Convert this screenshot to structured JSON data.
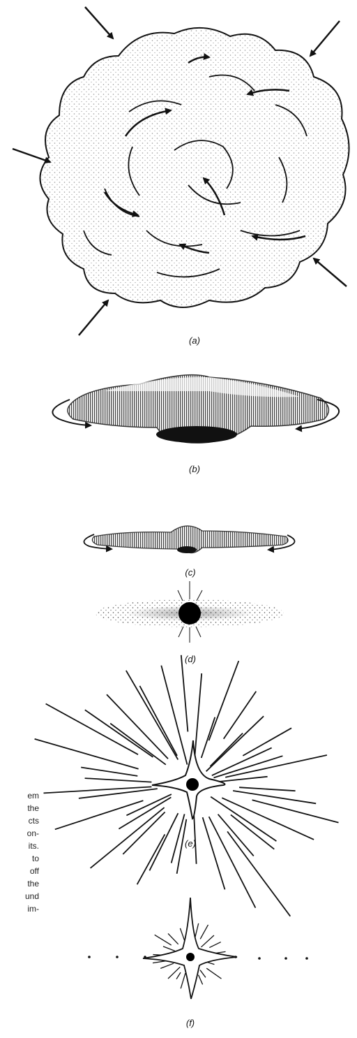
{
  "captions": {
    "a": "(a)",
    "b": "(b)",
    "c": "(c)",
    "d": "(d)",
    "e": "(e)",
    "f": "(f)"
  },
  "side_text_fragments": [
    "em",
    "the",
    "cts",
    "on-",
    "its.",
    "to",
    "off",
    "the",
    "und",
    "im-"
  ],
  "colors": {
    "ink": "#111111",
    "stipple": "#444444",
    "background": "#ffffff"
  }
}
